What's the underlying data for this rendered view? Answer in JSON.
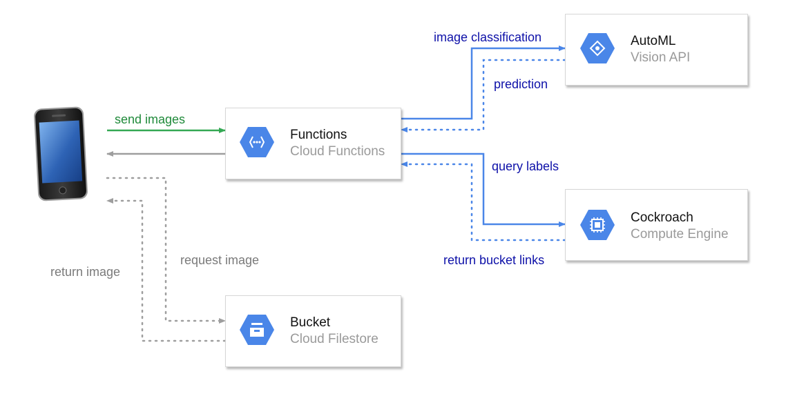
{
  "colors": {
    "gcp_blue": "#4a86e8",
    "green_arrow": "#34a853",
    "gray_arrow": "#9e9e9e",
    "blue_label": "#0d10a8",
    "green_label": "#1f8a3a",
    "gray_label": "#7a7a7a"
  },
  "nodes": {
    "functions": {
      "title": "Functions",
      "subtitle": "Cloud Functions",
      "icon": "cloud-functions-icon"
    },
    "automl": {
      "title": "AutoML",
      "subtitle": "Vision API",
      "icon": "automl-vision-icon"
    },
    "cockroach": {
      "title": "Cockroach",
      "subtitle": "Compute Engine",
      "icon": "compute-engine-icon"
    },
    "bucket": {
      "title": "Bucket",
      "subtitle": "Cloud Filestore",
      "icon": "cloud-filestore-icon"
    }
  },
  "phone": {
    "icon": "smartphone-icon"
  },
  "edges": {
    "send_images": "send images",
    "image_classification": "image classification",
    "prediction": "prediction",
    "query_labels": "query labels",
    "return_bucket_links": "return bucket links",
    "request_image": "request image",
    "return_image": "return image"
  }
}
